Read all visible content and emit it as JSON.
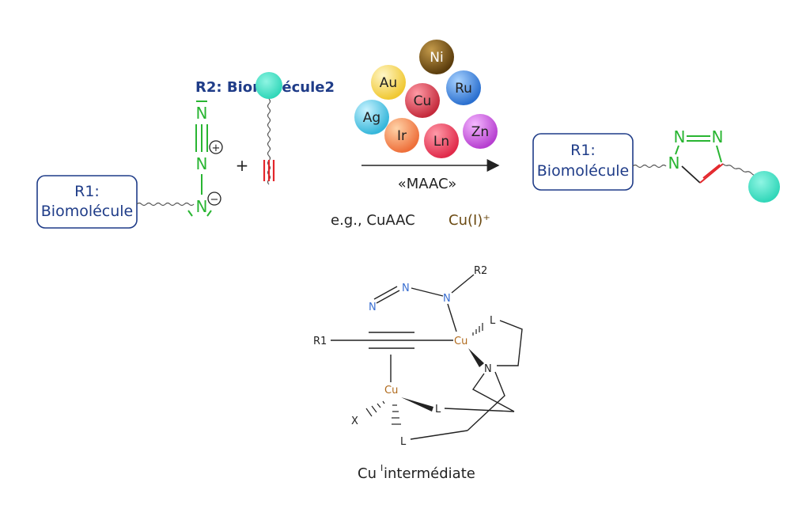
{
  "colors": {
    "navy": "#1f3c88",
    "green": "#29b532",
    "red": "#e3262b",
    "teal": "#3fe0c3",
    "copper": "#b06a1c",
    "blueN": "#3a6fd1",
    "text": "#222222"
  },
  "reactants": {
    "r1_line1": "R1:",
    "r1_line2": "Biomolécule",
    "r2_label": "R2: Biomolécule2",
    "plus": "+",
    "azide_atom_top": "N",
    "azide_atom_mid": "N",
    "azide_atom_bottom": "N",
    "charge_plus": "+",
    "charge_minus": "−"
  },
  "catalysts": {
    "metals": [
      {
        "symbol": "Ni",
        "color": "#6b4a12"
      },
      {
        "symbol": "Au",
        "color": "#f3d23c"
      },
      {
        "symbol": "Ru",
        "color": "#2f7fd6"
      },
      {
        "symbol": "Cu",
        "color": "#d63a4a"
      },
      {
        "symbol": "Ag",
        "color": "#47c7e6"
      },
      {
        "symbol": "Ir",
        "color": "#f28a3a"
      },
      {
        "symbol": "Ln",
        "color": "#e8334f"
      },
      {
        "symbol": "Zn",
        "color": "#c34fd6"
      }
    ],
    "arrow_label": "«MAAC»",
    "example": "e.g., CuAAC",
    "cu_species": "Cu(I)⁺"
  },
  "product": {
    "r1_line1": "R1:",
    "r1_line2": "Biomolécule",
    "ring_atoms": [
      "N",
      "N",
      "N"
    ]
  },
  "intermediate": {
    "atoms": {
      "n_terminal": "N",
      "n_middle": "N",
      "n_r2": "N",
      "r2": "R2",
      "r1": "R1",
      "cu_top": "Cu",
      "cu_bottom": "Cu",
      "l_top": "L",
      "n_amine": "N",
      "l_mid": "L",
      "l_bottom": "L",
      "x": "X"
    },
    "caption_main": "Cu",
    "caption_sup": "I",
    "caption_rest": " intermédiate"
  }
}
